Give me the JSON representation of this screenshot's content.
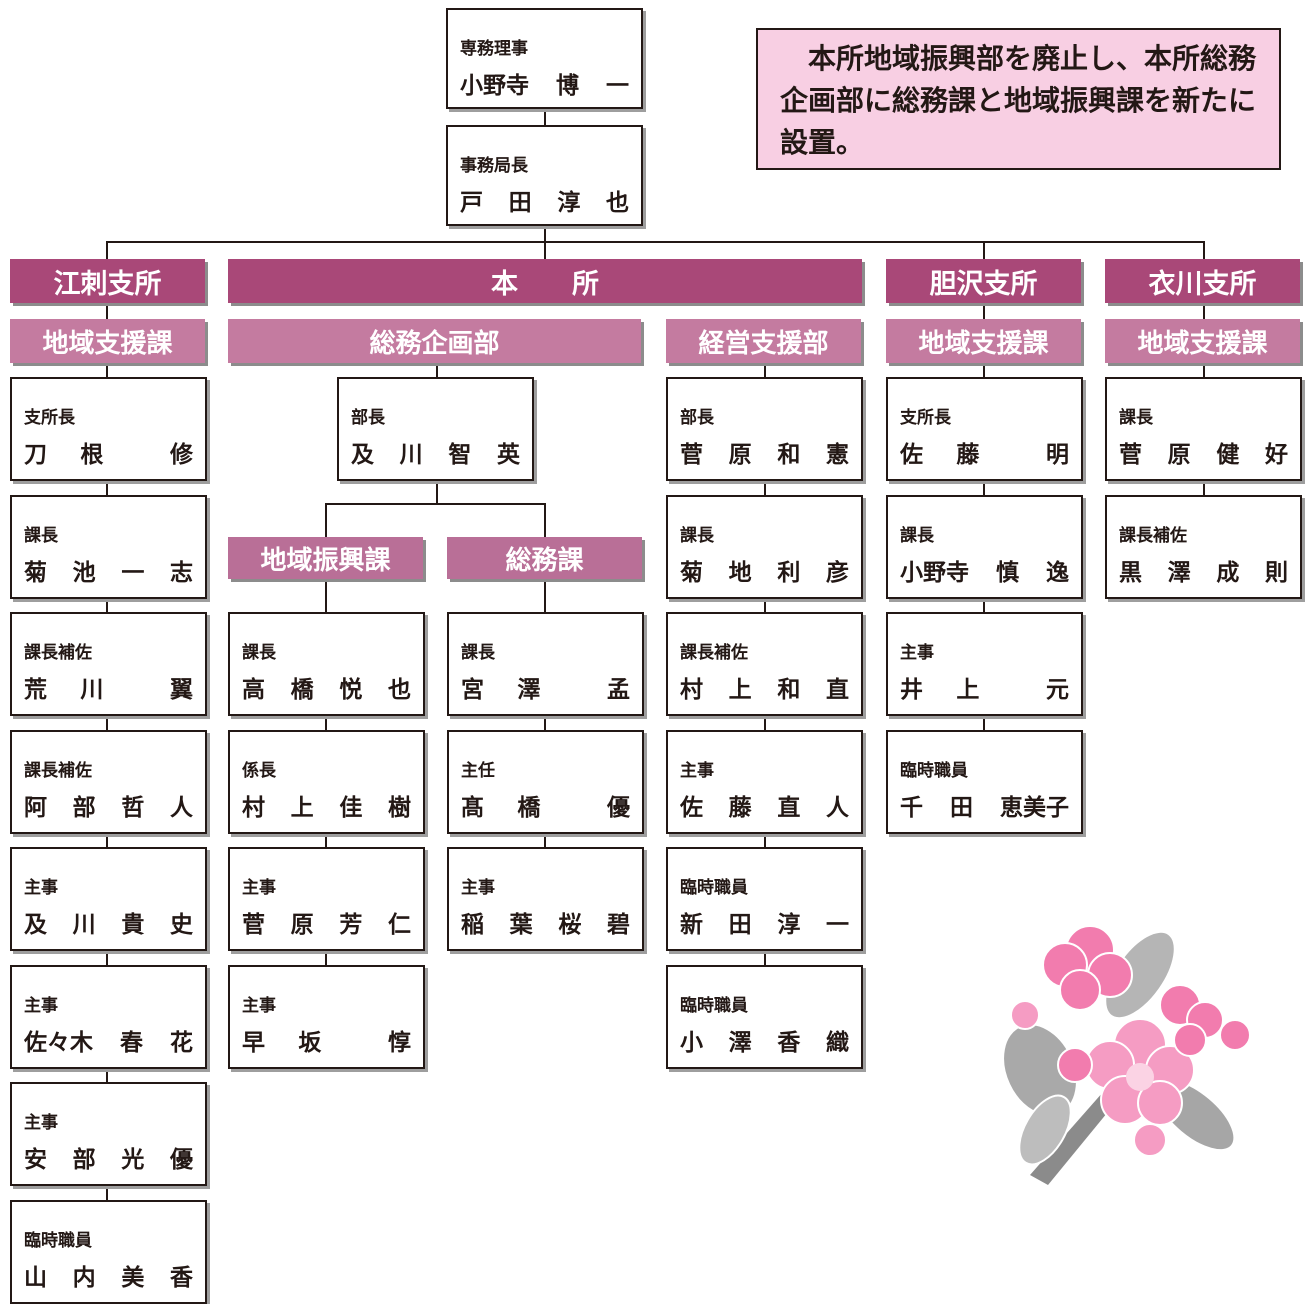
{
  "note": "本所地域振興部を廃止し、本所総務企画部に総務課と地域振興課を新たに設置。",
  "colors": {
    "division_header": "#a94878",
    "section_header": "#c47ba0",
    "note_bg": "#f8cfe3",
    "lines": "#231815"
  },
  "top": [
    {
      "title": "専務理事",
      "name": [
        "小野寺",
        "博",
        "一"
      ]
    },
    {
      "title": "事務局長",
      "name": [
        "戸",
        "田",
        "淳",
        "也"
      ]
    }
  ],
  "divisions": {
    "esashi": "江刺支所",
    "honsho": "本　　所",
    "isawa": "胆沢支所",
    "koromogawa": "衣川支所"
  },
  "sections": {
    "esashi": "地域支援課",
    "somu_kikaku": "総務企画部",
    "keiei_shien": "経営支援部",
    "isawa": "地域支援課",
    "koromogawa": "地域支援課",
    "chiiki_shinko": "地域振興課",
    "somu": "総務課"
  },
  "bucho": {
    "title": "部長",
    "name": [
      "及",
      "川",
      "智",
      "英"
    ]
  },
  "columns": {
    "esashi": [
      {
        "title": "支所長",
        "name": [
          "刀",
          "根",
          "",
          "修"
        ]
      },
      {
        "title": "課長",
        "name": [
          "菊",
          "池",
          "一",
          "志"
        ]
      },
      {
        "title": "課長補佐",
        "name": [
          "荒",
          "川",
          "",
          "翼"
        ]
      },
      {
        "title": "課長補佐",
        "name": [
          "阿",
          "部",
          "哲",
          "人"
        ]
      },
      {
        "title": "主事",
        "name": [
          "及",
          "川",
          "貴",
          "史"
        ]
      },
      {
        "title": "主事",
        "name": [
          "佐々木",
          "春",
          "花"
        ]
      },
      {
        "title": "主事",
        "name": [
          "安",
          "部",
          "光",
          "優"
        ]
      },
      {
        "title": "臨時職員",
        "name": [
          "山",
          "内",
          "美",
          "香"
        ]
      }
    ],
    "chiiki_shinko": [
      {
        "title": "課長",
        "name": [
          "高",
          "橋",
          "悦",
          "也"
        ]
      },
      {
        "title": "係長",
        "name": [
          "村",
          "上",
          "佳",
          "樹"
        ]
      },
      {
        "title": "主事",
        "name": [
          "菅",
          "原",
          "芳",
          "仁"
        ]
      },
      {
        "title": "主事",
        "name": [
          "早",
          "坂",
          "",
          "惇"
        ]
      }
    ],
    "somu": [
      {
        "title": "課長",
        "name": [
          "宮",
          "澤",
          "",
          "孟"
        ]
      },
      {
        "title": "主任",
        "name": [
          "髙",
          "橋",
          "",
          "優"
        ]
      },
      {
        "title": "主事",
        "name": [
          "稲",
          "葉",
          "桜",
          "碧"
        ]
      }
    ],
    "keiei_shien": [
      {
        "title": "部長",
        "name": [
          "菅",
          "原",
          "和",
          "憲"
        ]
      },
      {
        "title": "課長",
        "name": [
          "菊",
          "地",
          "利",
          "彦"
        ]
      },
      {
        "title": "課長補佐",
        "name": [
          "村",
          "上",
          "和",
          "直"
        ]
      },
      {
        "title": "主事",
        "name": [
          "佐",
          "藤",
          "直",
          "人"
        ]
      },
      {
        "title": "臨時職員",
        "name": [
          "新",
          "田",
          "淳",
          "一"
        ]
      },
      {
        "title": "臨時職員",
        "name": [
          "小",
          "澤",
          "香",
          "織"
        ]
      }
    ],
    "isawa": [
      {
        "title": "支所長",
        "name": [
          "佐",
          "藤",
          "",
          "明"
        ]
      },
      {
        "title": "課長",
        "name": [
          "小野寺",
          "慎",
          "逸"
        ]
      },
      {
        "title": "主事",
        "name": [
          "井",
          "上",
          "",
          "元"
        ]
      },
      {
        "title": "臨時職員",
        "name": [
          "千",
          "田",
          "恵美子"
        ]
      }
    ],
    "koromogawa": [
      {
        "title": "課長",
        "name": [
          "菅",
          "原",
          "健",
          "好"
        ]
      },
      {
        "title": "課長補佐",
        "name": [
          "黒",
          "澤",
          "成",
          "則"
        ]
      }
    ]
  }
}
